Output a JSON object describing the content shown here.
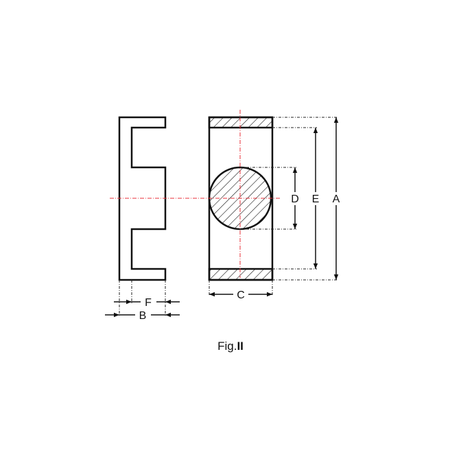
{
  "labels": {
    "A": "A",
    "B": "B",
    "C": "C",
    "D": "D",
    "E": "E",
    "F": "F"
  },
  "caption": {
    "prefix": "Fig.",
    "numeral": "II"
  },
  "colors": {
    "outline": "#111111",
    "centerline": "#e8303a",
    "extension": "#222222"
  }
}
